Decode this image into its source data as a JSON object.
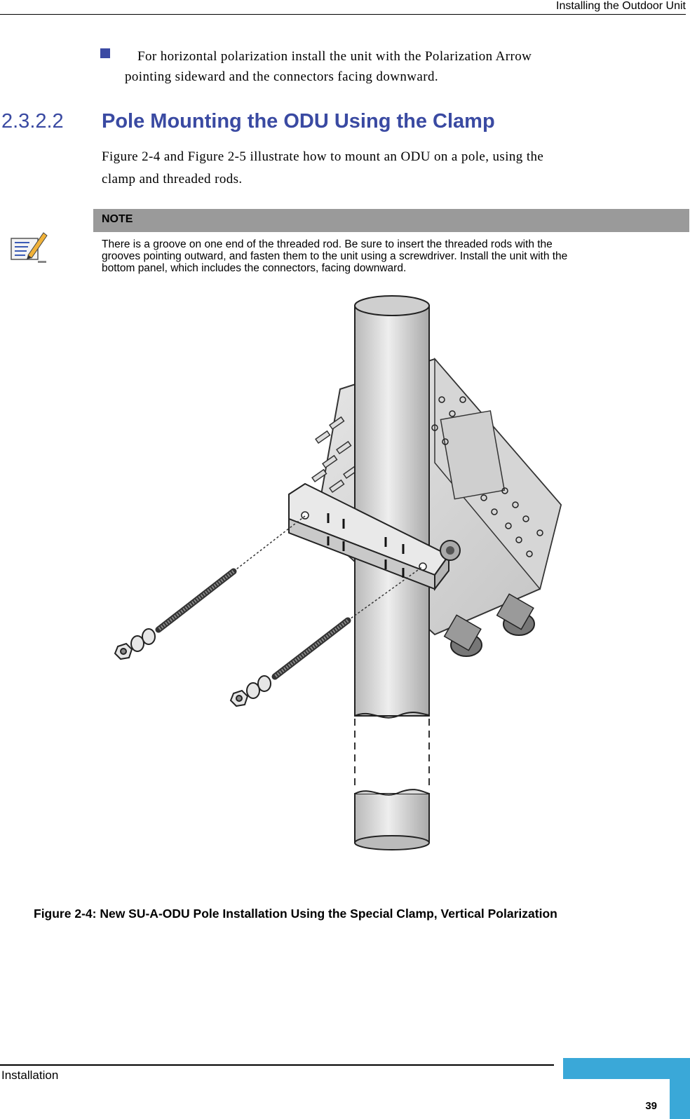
{
  "header": {
    "title": "Installing the Outdoor Unit"
  },
  "bullet": {
    "line1": "For horizontal polarization install the unit with the Polarization Arrow",
    "line2": "pointing sideward and the connectors facing downward."
  },
  "section": {
    "number": "2.3.2.2",
    "title": "Pole Mounting the ODU Using the Clamp",
    "intro_line1": "Figure 2-4 and Figure 2-5 illustrate how to mount an ODU on a pole, using the",
    "intro_line2": "clamp and threaded rods."
  },
  "note": {
    "label": "NOTE",
    "icon": "note-pencil-icon",
    "line1": "There is a groove on one end of the threaded rod. Be sure to insert the threaded rods with the",
    "line2": "grooves pointing outward, and fasten them to the unit using a screwdriver. Install the unit with the",
    "line3": "bottom panel, which includes the connectors, facing downward."
  },
  "figure": {
    "caption": "Figure 2-4: New SU-A-ODU Pole Installation Using the Special Clamp, Vertical Polarization"
  },
  "footer": {
    "left": "Installation",
    "page": "39",
    "accent_color": "#3aa8d8"
  },
  "colors": {
    "heading": "#3a4aa2",
    "note_bar": "#9a9a9a"
  }
}
